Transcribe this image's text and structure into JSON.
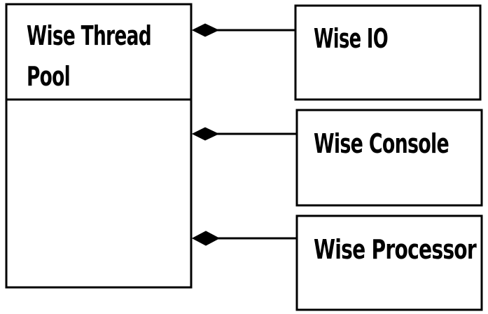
{
  "main_class": {
    "title_line1": "Wise Thread",
    "title_line2": "Pool"
  },
  "components": [
    {
      "label": "Wise IO"
    },
    {
      "label": "Wise Console"
    },
    {
      "label": "Wise Processor"
    }
  ],
  "colors": {
    "stroke": "#000000",
    "background": "#ffffff"
  }
}
